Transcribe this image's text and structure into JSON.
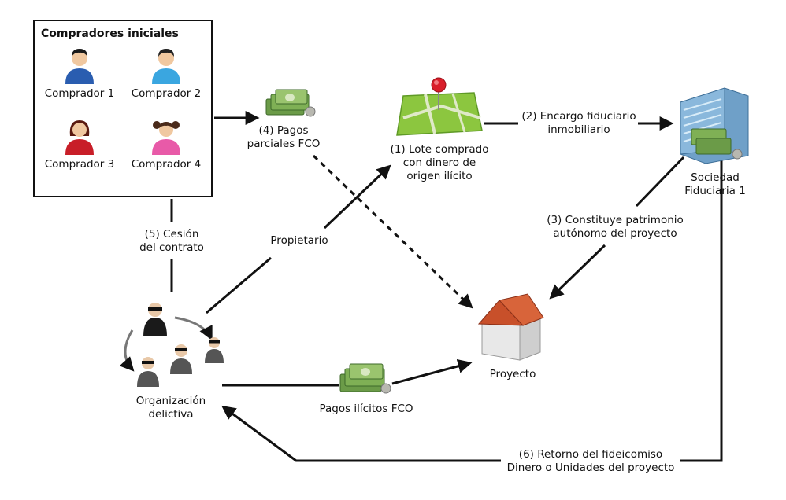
{
  "buyers_box": {
    "title": "Compradores iniciales",
    "buyers": [
      {
        "label": "Comprador 1",
        "shirt": "#2a5db0",
        "hair": "#1a1a1a"
      },
      {
        "label": "Comprador 2",
        "shirt": "#3aa6e0",
        "hair": "#222222"
      },
      {
        "label": "Comprador 3",
        "shirt": "#c81e28",
        "hair": "#5a1a10"
      },
      {
        "label": "Comprador 4",
        "shirt": "#e85aa8",
        "hair": "#4a2a1a"
      }
    ]
  },
  "nodes": {
    "lote": {
      "line1": "(1) Lote comprado",
      "line2": "con dinero de",
      "line3": "origen ilícito"
    },
    "sociedad": {
      "line1": "Sociedad",
      "line2": "Fiduciaria 1"
    },
    "proyecto": {
      "label": "Proyecto"
    },
    "organizacion": {
      "line1": "Organización",
      "line2": "delictiva"
    }
  },
  "edges": {
    "encargo": {
      "line1": "(2) Encargo fiduciario",
      "line2": "inmobiliario"
    },
    "constituye": {
      "line1": "(3) Constituye patrimonio",
      "line2": "autónomo del proyecto"
    },
    "pagos_parciales": {
      "line1": "(4) Pagos",
      "line2": "parciales FCO"
    },
    "cesion": {
      "line1": "(5) Cesión",
      "line2": "del contrato"
    },
    "retorno": {
      "line1": "(6) Retorno del fideicomiso",
      "line2": "Dinero o Unidades del proyecto"
    },
    "propietario": {
      "label": "Propietario"
    },
    "pagos_ilicitos": {
      "label": "Pagos ilícitos FCO"
    }
  },
  "colors": {
    "arrow": "#111111",
    "money": "#5a8a3a",
    "map": "#8cc63f",
    "pin": "#d91e2a",
    "roof": "#c8502a",
    "building": "#6fa0c8"
  }
}
